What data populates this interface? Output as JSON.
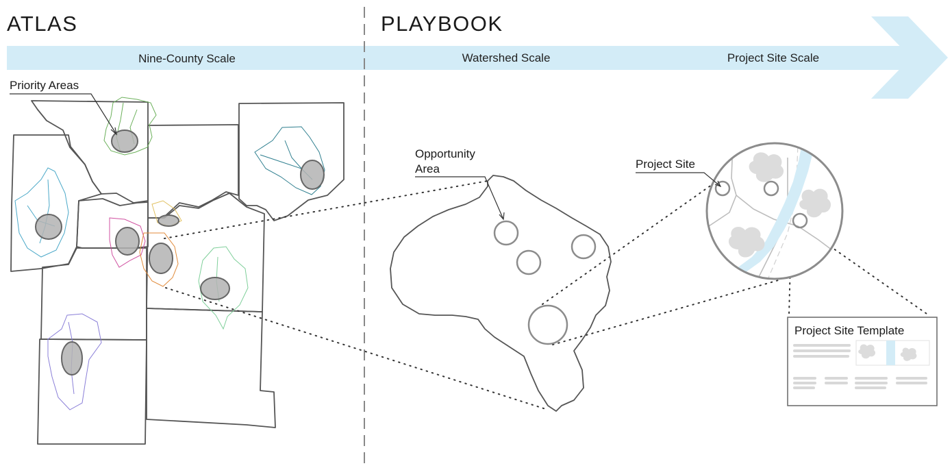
{
  "headers": {
    "atlas": "ATLAS",
    "playbook": "PLAYBOOK"
  },
  "scale_band": {
    "nine_county": "Nine-County Scale",
    "watershed": "Watershed Scale",
    "project_site": "Project Site Scale",
    "color": "#d3ecf7"
  },
  "callouts": {
    "priority_areas": "Priority Areas",
    "opportunity_area_line1": "Opportunity",
    "opportunity_area_line2": "Area",
    "project_site": "Project Site"
  },
  "template_card": {
    "title": "Project Site Template"
  },
  "colors": {
    "county_outline": "#555555",
    "priority_area_fill": "#b3b3b3",
    "river": "#d3ecf7",
    "watershed_streams": [
      "#6bb05a",
      "#2f7f8f",
      "#4aa8c8",
      "#d050a0",
      "#e08a3a",
      "#7fcf9a",
      "#8a7fd8",
      "#e0c060"
    ]
  },
  "icons": {
    "scale_arrow": "arrow-right-chevron",
    "leader_arrow": "arrowhead"
  }
}
